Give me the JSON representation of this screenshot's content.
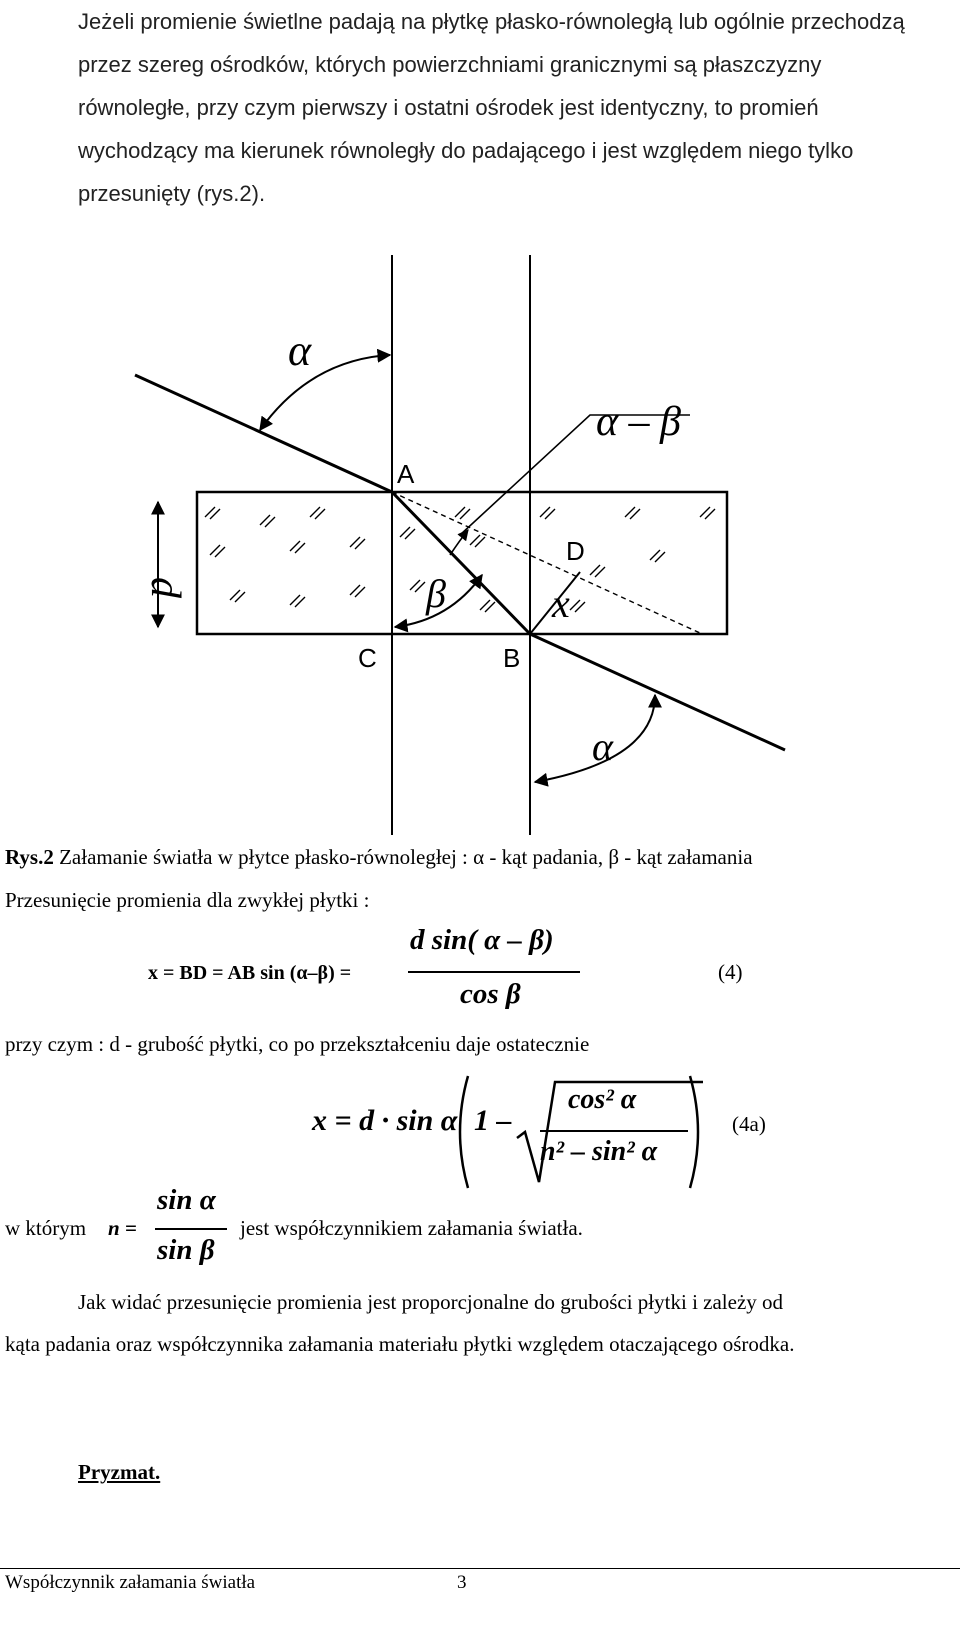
{
  "intro_paragraph": {
    "lines": [
      "Jeżeli promienie świetlne padają na płytkę płasko-równoległą lub ogólnie przechodzą",
      "przez szereg ośrodków, których powierzchniami granicznymi są płaszczyzny",
      "równoległe, przy czym pierwszy i ostatni ośrodek jest identyczny, to promień",
      "wychodzący ma kierunek równoległy do  padającego i jest względem niego tylko",
      "przesunięty (rys.2)."
    ]
  },
  "figure": {
    "labels": {
      "alpha_top": "α",
      "alpha_minus_beta": "α – β",
      "point_a": "A",
      "point_b": "B",
      "point_c": "C",
      "point_d": "D",
      "thickness": "d",
      "beta": "β",
      "offset": "x",
      "alpha_bottom": "α"
    }
  },
  "caption": {
    "label": "Rys.2",
    "text": " Załamanie światła w płytce płasko-równoległej : α - kąt padania, β - kąt załamania"
  },
  "shift_intro": "Przesunięcie promienia dla zwykłej płytki :",
  "equation4": {
    "lhs": "x = BD = AB sin (α–β) =",
    "numerator": "d sin( α – β)",
    "denominator": "cos β",
    "number": "(4)"
  },
  "thickness_note": "przy czym : d - grubość  płytki, co po przekształceniu daje ostatecznie",
  "equation4a": {
    "lhs": "x = d · sin α",
    "one_minus": "1 –",
    "numerator": "cos² α",
    "denominator": "n² – sin² α",
    "number": "(4a)"
  },
  "refractive_index": {
    "prefix": "w którym",
    "n_eq": "n =",
    "numerator": "sin α",
    "denominator": "sin β",
    "suffix": "jest współczynnikiem załamania światła."
  },
  "conclusion": {
    "lines": [
      "Jak widać przesunięcie promienia jest proporcjonalne do grubości płytki i zależy od",
      "kąta padania oraz współczynnika załamania materiału płytki względem otaczającego ośrodka."
    ]
  },
  "section_heading": "Pryzmat.",
  "footer": {
    "title": "Współczynnik załamania światła",
    "page_number": "3"
  }
}
